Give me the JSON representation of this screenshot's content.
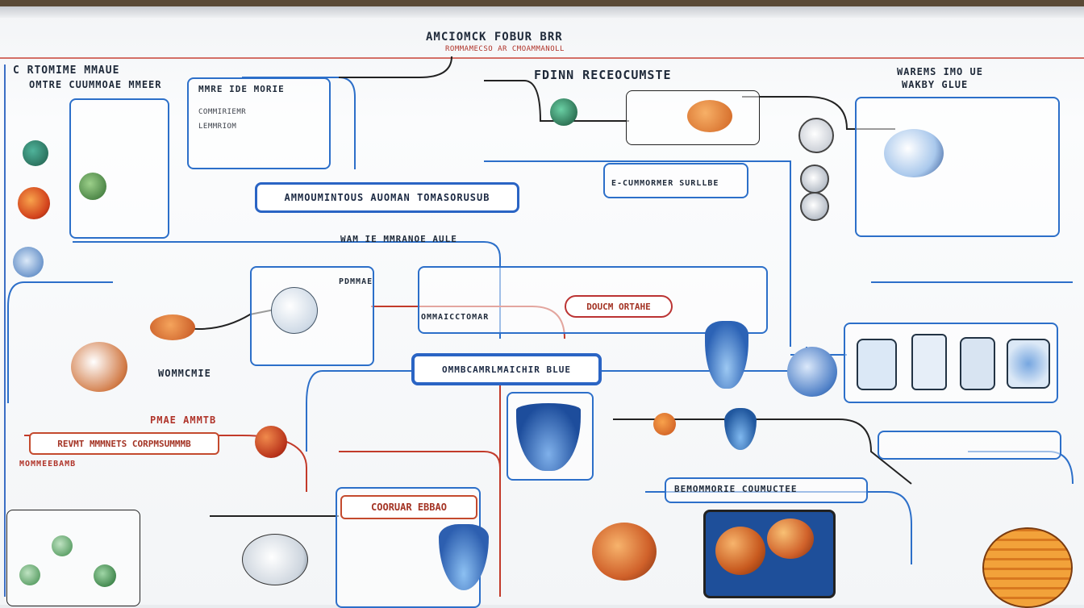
{
  "title": "AMCIOMCK FOBUR BRR",
  "subtitle": "ROMMAMECSO AR CMOAMMANOLL",
  "left_header_line1": "C RTOMIME MMAUE",
  "left_header_line2": "OMTRE CUUMMOAE MMEER",
  "top_center_header": "FDINN RECEOCUMSTE",
  "top_right_header_line1": "WAREMS IMO UE",
  "top_right_header_line2": "WAKBY GLUE",
  "box_tl_line1": "MMRE IDE MORIE",
  "box_tl_line2": "COMMIRIEMR",
  "box_tl_line3": "LEMMRIOM",
  "banner_main": "AMMOUMINTOUS AUOMAN TOMASORUSUB",
  "banner_center": "OMMBCAMRLMAICHIR BLUE",
  "label_mid_left": "WAM IE MMRANOE AULE",
  "label_mid_right": "DOUCM ORTAHE",
  "label_center_left": "OMMAICCTOMAR",
  "label_pupmy": "PDMMAE",
  "label_left_mid": "WOMMCMIE",
  "label_red_left": "PMAE AMMTB",
  "label_red_banner": "REVMT MMMNETS CORPMSUMMMB",
  "label_red_lower": "MOMMEEBAMB",
  "label_bottom_pill": "COORUAR EBBAO",
  "label_bottom_right": "BEMOMMORIE COUMUCTEE",
  "label_top_mid": "E-CUMMORMER SURLLBE",
  "colors": {
    "accent_blue": "#2c6fc9",
    "accent_red": "#c23a2a",
    "orange": "#e0772a",
    "green": "#2c7a3f"
  },
  "icons": [
    "bulb-icon",
    "flask-icon",
    "gear-icon",
    "fruit-icon",
    "lamp-icon",
    "vase-icon",
    "globe-icon",
    "orange-ball-icon"
  ]
}
